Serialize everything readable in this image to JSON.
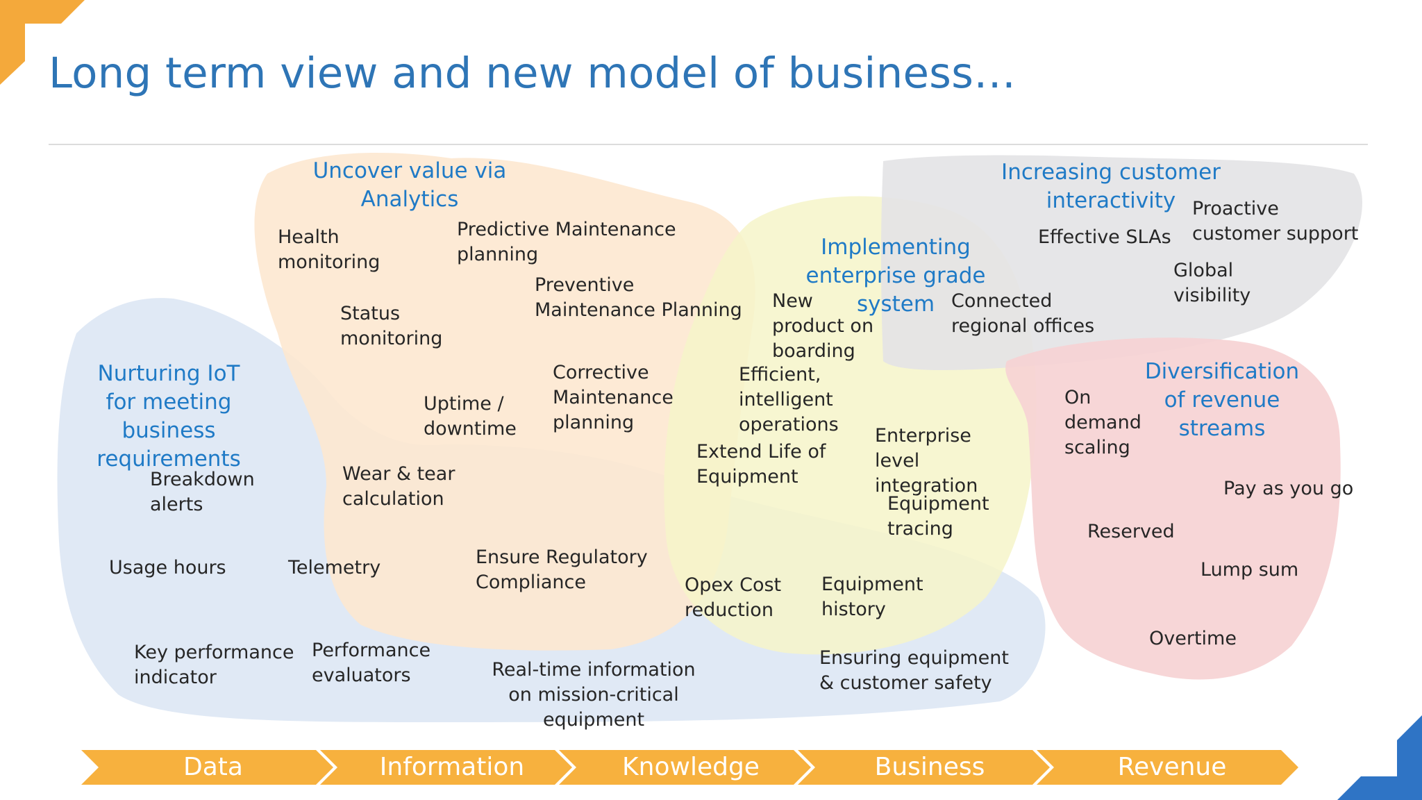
{
  "title": "Long term view and new model of business…",
  "colors": {
    "title": "#2e75b6",
    "heading": "#1f7ac6",
    "text": "#262626",
    "chevron": "#f7b13e",
    "corner_orange": "#f4a93b",
    "corner_blue": "#2f74c5",
    "blob_blue": "#dae5f3",
    "blob_orange": "#fde7cf",
    "blob_yellow": "#f6f4c9",
    "blob_gray": "#e3e3e6",
    "blob_red": "#f6d3d4"
  },
  "groups": [
    {
      "id": "iot",
      "heading": "Nurturing IoT for meeting business requirements"
    },
    {
      "id": "analytics",
      "heading": "Uncover value via Analytics"
    },
    {
      "id": "enterprise",
      "heading": "Implementing enterprise grade system"
    },
    {
      "id": "interactivity",
      "heading": "Increasing customer interactivity"
    },
    {
      "id": "revenue",
      "heading": "Diversification of revenue streams"
    }
  ],
  "items": [
    "Health monitoring",
    "Predictive Maintenance planning",
    "Preventive Maintenance Planning",
    "Status monitoring",
    "Uptime / downtime",
    "Corrective Maintenance planning",
    "Wear & tear calculation",
    "Breakdown alerts",
    "Usage hours",
    "Telemetry",
    "Ensure Regulatory Compliance",
    "Key performance indicator",
    "Performance evaluators",
    "Real-time information on mission-critical equipment",
    "New product on boarding",
    "Connected regional offices",
    "Efficient, intelligent operations",
    "Extend Life of Equipment",
    "Enterprise level integration",
    "Equipment tracing",
    "Opex Cost reduction",
    "Equipment history",
    "Ensuring equipment & customer safety",
    "Effective SLAs",
    "Proactive customer support",
    "Global visibility",
    "On demand scaling",
    "Pay as you go",
    "Reserved",
    "Lump sum",
    "Overtime"
  ],
  "stages": [
    "Data",
    "Information",
    "Knowledge",
    "Business",
    "Revenue"
  ]
}
